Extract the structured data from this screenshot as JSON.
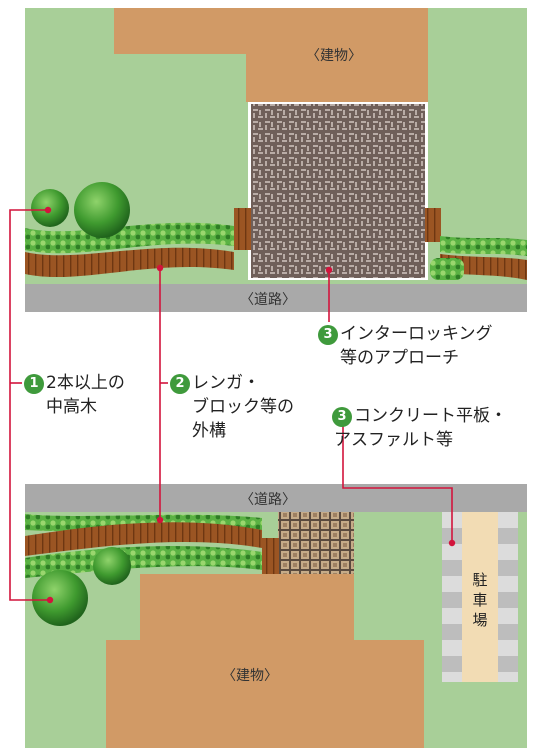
{
  "top_plan": {
    "building": "〈建物〉",
    "road": "〈道路〉"
  },
  "bottom_plan": {
    "road": "〈道路〉",
    "building": "〈建物〉",
    "parking": "駐\n車\n場"
  },
  "callouts": [
    {
      "num": "1",
      "lines": [
        "2本以上の",
        "中高木"
      ]
    },
    {
      "num": "2",
      "lines": [
        "レンガ・",
        "ブロック等の",
        "外構"
      ]
    },
    {
      "num": "3",
      "lines": [
        "インターロッキング",
        "等のアプローチ"
      ]
    },
    {
      "num": "3",
      "lines": [
        "コンクリート平板・",
        "アスファルト等"
      ]
    }
  ],
  "colors": {
    "lawn": "#a8cf98",
    "building": "#d19a66",
    "road": "#a9a9a9",
    "brick": "#9b5523",
    "paving": "#7d6c66",
    "parking": "#f2dcb4",
    "leader": "#d2143c",
    "badge": "#3f9a3c"
  }
}
